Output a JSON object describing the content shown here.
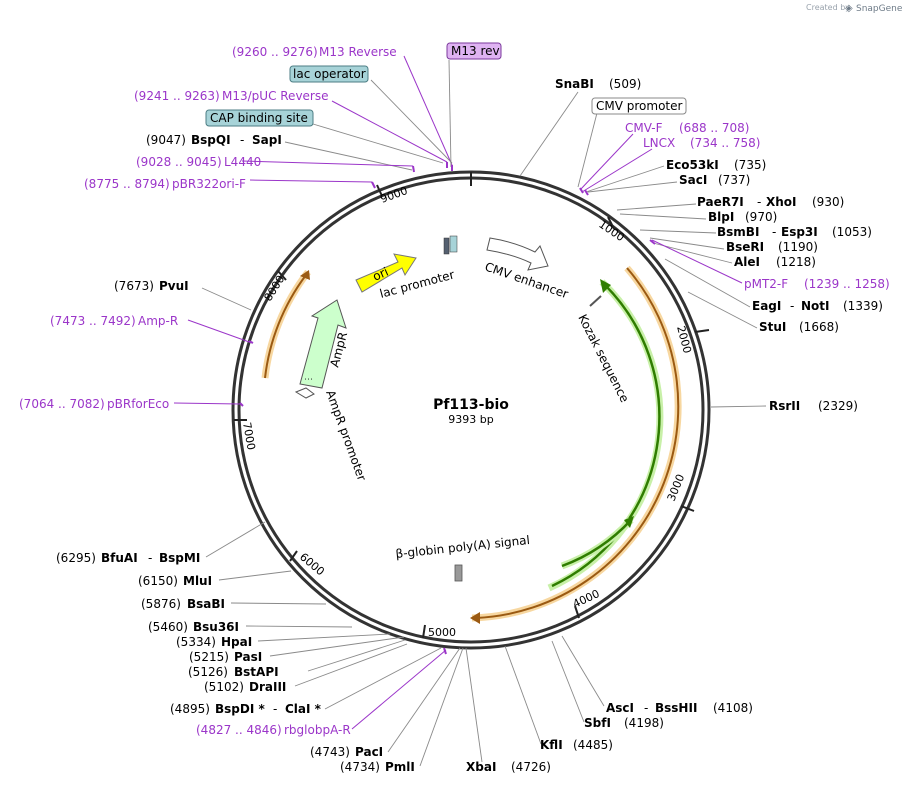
{
  "header": {
    "credit_prefix": "Created by",
    "credit_brand": "SnapGene"
  },
  "plasmid": {
    "name": "Pf113-bio",
    "size": "9393 bp"
  },
  "ticks": [
    "1000",
    "2000",
    "3000",
    "4000",
    "5000",
    "6000",
    "7000",
    "8000",
    "9000"
  ],
  "features": {
    "cmv_enhancer": "CMV enhancer",
    "kozak": "Kozak sequence",
    "lac_promoter": "lac promoter",
    "ori": "ori",
    "ampr": "AmpR",
    "ampr_promoter": "AmpR promoter",
    "bglobin_polya": "β-globin poly(A) signal"
  },
  "boxed_labels": {
    "m13_rev": "M13 rev",
    "lac_operator": "lac operator",
    "cap_binding_site": "CAP binding site",
    "cmv_promoter": "CMV promoter"
  },
  "enzymes": {
    "snabi": {
      "name": "SnaBI",
      "pos": "(509)"
    },
    "eco53ki": {
      "name": "Eco53kI",
      "pos": "(735)"
    },
    "saci": {
      "name": "SacI",
      "pos": "(737)"
    },
    "paer7i": {
      "name": "PaeR7I",
      "name2": "XhoI",
      "pos": "(930)"
    },
    "blpi": {
      "name": "BlpI",
      "pos": "(970)"
    },
    "bsmbi": {
      "name": "BsmBI",
      "name2": "Esp3I",
      "pos": "(1053)"
    },
    "bseri": {
      "name": "BseRI",
      "pos": "(1190)"
    },
    "alei": {
      "name": "AleI",
      "pos": "(1218)"
    },
    "eagi": {
      "name": "EagI",
      "name2": "NotI",
      "pos": "(1339)"
    },
    "stui": {
      "name": "StuI",
      "pos": "(1668)"
    },
    "rsrii": {
      "name": "RsrII",
      "pos": "(2329)"
    },
    "asci": {
      "name": "AscI",
      "name2": "BssHII",
      "pos": "(4108)"
    },
    "sbfi": {
      "name": "SbfI",
      "pos": "(4198)"
    },
    "kfli": {
      "name": "KflI",
      "pos": "(4485)"
    },
    "xbai": {
      "name": "XbaI",
      "pos": "(4726)"
    },
    "pmli": {
      "name": "PmlI",
      "pos": "(4734)"
    },
    "paci": {
      "name": "PacI",
      "pos": "(4743)"
    },
    "bspdi": {
      "name": "BspDI *",
      "name2": "ClaI *",
      "pos": "(4895)"
    },
    "draiii": {
      "name": "DraIII",
      "pos": "(5102)"
    },
    "bstapi": {
      "name": "BstAPI",
      "pos": "(5126)"
    },
    "pasi": {
      "name": "PasI",
      "pos": "(5215)"
    },
    "hpai": {
      "name": "HpaI",
      "pos": "(5334)"
    },
    "bsu36i": {
      "name": "Bsu36I",
      "pos": "(5460)"
    },
    "bsabi": {
      "name": "BsaBI",
      "pos": "(5876)"
    },
    "mlui": {
      "name": "MluI",
      "pos": "(6150)"
    },
    "bfuai": {
      "name": "BfuAI",
      "name2": "BspMI",
      "pos": "(6295)"
    },
    "pvui": {
      "name": "PvuI",
      "pos": "(7673)"
    },
    "bspqi": {
      "name": "BspQI",
      "name2": "SapI",
      "pos": "(9047)"
    }
  },
  "primers": {
    "m13_reverse": {
      "range": "(9260 .. 9276)",
      "name": "M13 Reverse"
    },
    "m13_puc_reverse": {
      "range": "(9241 .. 9263)",
      "name": "M13/pUC Reverse"
    },
    "l4440": {
      "range": "(9028 .. 9045)",
      "name": "L4440"
    },
    "pbr322ori_f": {
      "range": "(8775 .. 8794)",
      "name": "pBR322ori-F"
    },
    "cmv_f": {
      "name": "CMV-F",
      "range": "(688 .. 708)"
    },
    "lncx": {
      "name": "LNCX",
      "range": "(734 .. 758)"
    },
    "pmt2_f": {
      "name": "pMT2-F",
      "range": "(1239 .. 1258)"
    },
    "amp_r": {
      "range": "(7473 .. 7492)",
      "name": "Amp-R"
    },
    "pbrforeco": {
      "range": "(7064 .. 7082)",
      "name": "pBRforEco"
    },
    "rbglobpa_r": {
      "range": "(4827 .. 4846)",
      "name": "rbglobpA-R"
    }
  },
  "colors": {
    "backbone": "#333333",
    "primer": "#9b36c9",
    "ori": "#ffff00",
    "ampr": "#ccffcc",
    "orange_feature": "#e8a33d",
    "green_feature": "#3a8a00",
    "lac_operator_box": "#a7d3d8",
    "m13_rev_box": "#dfb3f2"
  }
}
